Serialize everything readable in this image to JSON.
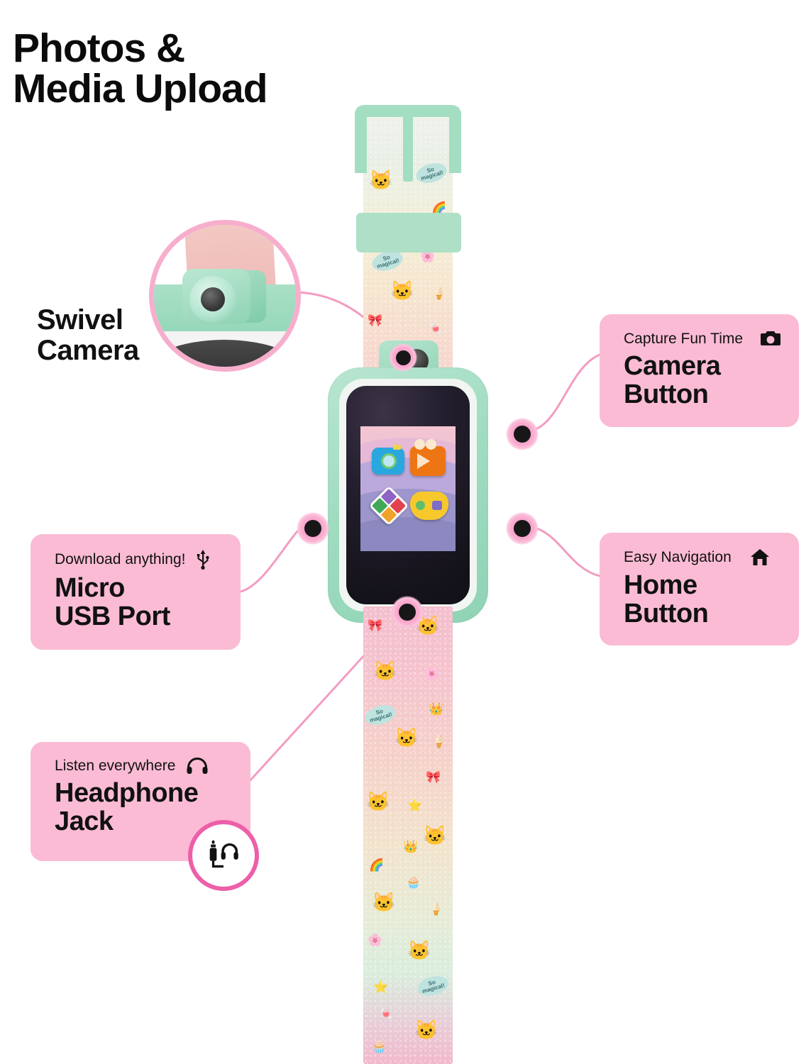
{
  "title": {
    "line1": "Photos &",
    "line2": "Media Upload"
  },
  "colors": {
    "callout_bg": "#FBBBD5",
    "connector": "#F39CC2",
    "dot_core": "#171717",
    "dot_halo": "#F9A8CE",
    "badge_ring": "#ED5FA8",
    "case_mint": "#A0DCC1",
    "text": "#111111"
  },
  "callouts": [
    {
      "id": "camera",
      "eyebrow": "Capture Fun Time",
      "title_line1": "Camera",
      "title_line2": "Button",
      "icon": "camera-icon"
    },
    {
      "id": "home",
      "eyebrow": "Easy Navigation",
      "title_line1": "Home",
      "title_line2": "Button",
      "icon": "home-icon"
    },
    {
      "id": "usb",
      "eyebrow": "Download anything!",
      "title_line1": "Micro",
      "title_line2": "USB Port",
      "icon": "usb-icon"
    },
    {
      "id": "headphone",
      "eyebrow": "Listen everywhere",
      "title_line1": "Headphone",
      "title_line2": "Jack",
      "icon": "headphones-icon"
    }
  ],
  "plain_labels": [
    {
      "id": "swivel",
      "line1": "Swivel",
      "line2": "Camera"
    }
  ],
  "badges": [
    {
      "id": "headphone-jack-badge",
      "icon": "headphone-plug-icon"
    }
  ],
  "zoom_bubbles": [
    {
      "id": "swivel-camera-zoom",
      "depicts": "swivel-camera-closeup"
    }
  ],
  "hotspots": [
    {
      "id": "camera-button-dot"
    },
    {
      "id": "home-button-dot"
    },
    {
      "id": "micro-usb-dot"
    },
    {
      "id": "headphone-jack-dot"
    },
    {
      "id": "swivel-camera-dot"
    }
  ],
  "product": {
    "type": "kids-smartwatch",
    "case_color": "mint-green",
    "strap_pattern": "glitter unicorn-cat rainbow print",
    "strap_bubble_text": "So magical!",
    "screen": {
      "background": "pastel wavy gradient",
      "apps": [
        {
          "name": "camera-app",
          "color": "#2AA7DE"
        },
        {
          "name": "video-app",
          "color": "#EE7513"
        },
        {
          "name": "apps-grid",
          "color": "#FFFFFF"
        },
        {
          "name": "games-app",
          "color": "#F7C82C"
        }
      ]
    }
  },
  "motifs": {
    "cat": "🐱",
    "bow": "🎀",
    "star": "⭐",
    "icecream": "🍦",
    "crown": "👑",
    "flower": "🌸",
    "rainbow": "🌈",
    "cupcake": "🧁",
    "candy": "🍬"
  }
}
